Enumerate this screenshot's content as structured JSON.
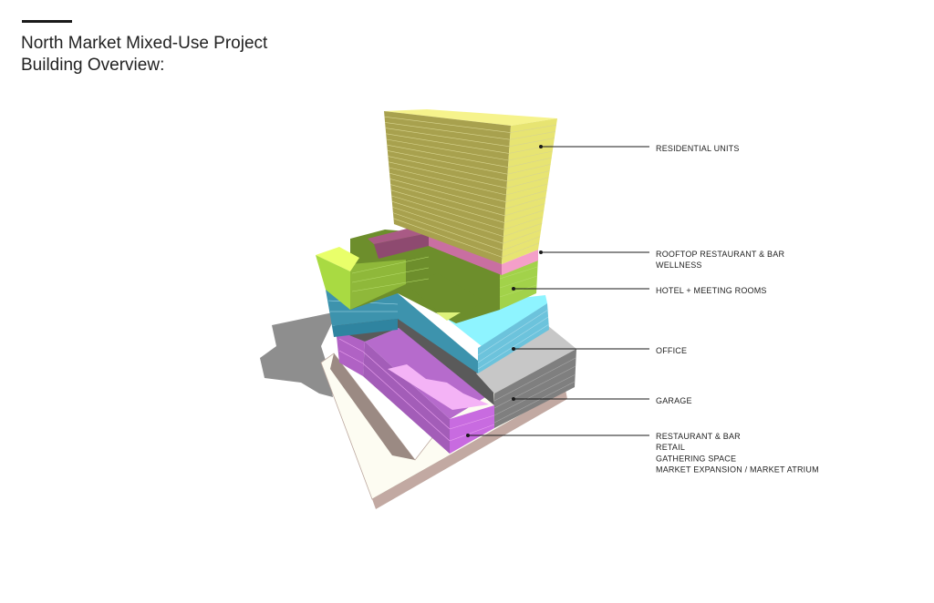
{
  "title": {
    "line1": "North Market Mixed-Use Project",
    "line2": "Building Overview:"
  },
  "programs": [
    {
      "id": "residential",
      "lines": [
        "RESIDENTIAL UNITS"
      ],
      "color": "#E4E36E"
    },
    {
      "id": "rooftop",
      "lines": [
        "ROOFTOP RESTAURANT & BAR",
        "WELLNESS"
      ],
      "color": "#E07FB8"
    },
    {
      "id": "hotel",
      "lines": [
        "HOTEL + MEETING ROOMS"
      ],
      "color": "#9BCB45"
    },
    {
      "id": "office",
      "lines": [
        "OFFICE"
      ],
      "color": "#6CD3EE"
    },
    {
      "id": "garage",
      "lines": [
        "GARAGE"
      ],
      "color": "#9B9B9B"
    },
    {
      "id": "market",
      "lines": [
        "RESTAURANT & BAR",
        "RETAIL",
        "GATHERING SPACE",
        "MARKET EXPANSION / MARKET ATRIUM"
      ],
      "color": "#D27DDD"
    }
  ]
}
